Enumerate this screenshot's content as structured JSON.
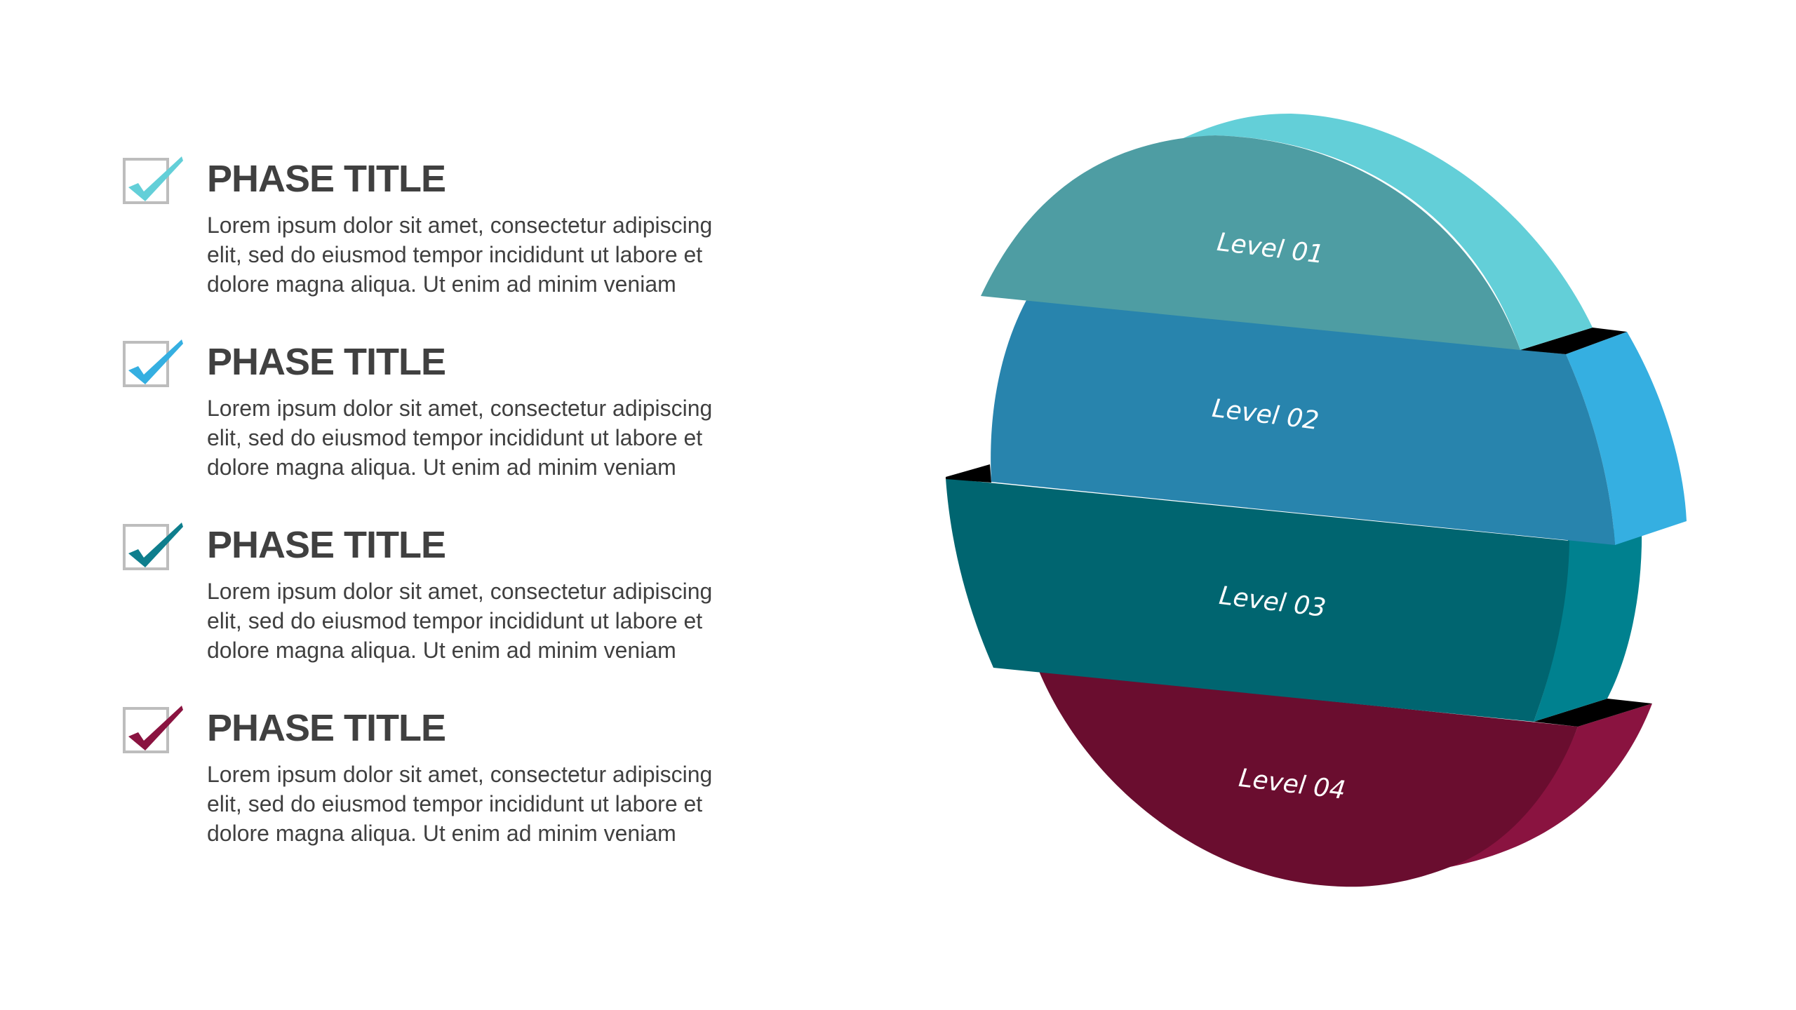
{
  "phases": [
    {
      "title": "PHASE TITLE",
      "body": "Lorem ipsum dolor sit amet, consectetur adipiscing elit, sed do eiusmod tempor incididunt ut labore et dolore magna aliqua. Ut enim ad minim veniam",
      "check_color": "#63CFD8",
      "icon": "checkbox-checked-icon"
    },
    {
      "title": "PHASE TITLE",
      "body": "Lorem ipsum dolor sit amet, consectetur adipiscing elit, sed do eiusmod tempor incididunt ut labore et dolore magna aliqua. Ut enim ad minim veniam",
      "check_color": "#35AFE1",
      "icon": "checkbox-checked-icon"
    },
    {
      "title": "PHASE TITLE",
      "body": "Lorem ipsum dolor sit amet, consectetur adipiscing elit, sed do eiusmod tempor incididunt ut labore et dolore magna aliqua. Ut enim ad minim veniam",
      "check_color": "#0E7E8D",
      "icon": "checkbox-checked-icon"
    },
    {
      "title": "PHASE TITLE",
      "body": "Lorem ipsum dolor sit amet, consectetur adipiscing elit, sed do eiusmod tempor incididunt ut labore et dolore magna aliqua. Ut enim ad minim veniam",
      "check_color": "#8A1340",
      "icon": "checkbox-checked-icon"
    }
  ],
  "levels": [
    {
      "label": "Level 01",
      "front_color": "#4E9DA3",
      "side_color": "#63CFD8"
    },
    {
      "label": "Level 02",
      "front_color": "#2884AD",
      "side_color": "#35AFE1"
    },
    {
      "label": "Level 03",
      "front_color": "#006570",
      "side_color": "#00818F"
    },
    {
      "label": "Level 04",
      "front_color": "#6A0D2F",
      "side_color": "#8A1340"
    }
  ],
  "colors": {
    "text": "#404040",
    "checkbox_border": "#BDBDBD",
    "shadow": "#000000"
  }
}
